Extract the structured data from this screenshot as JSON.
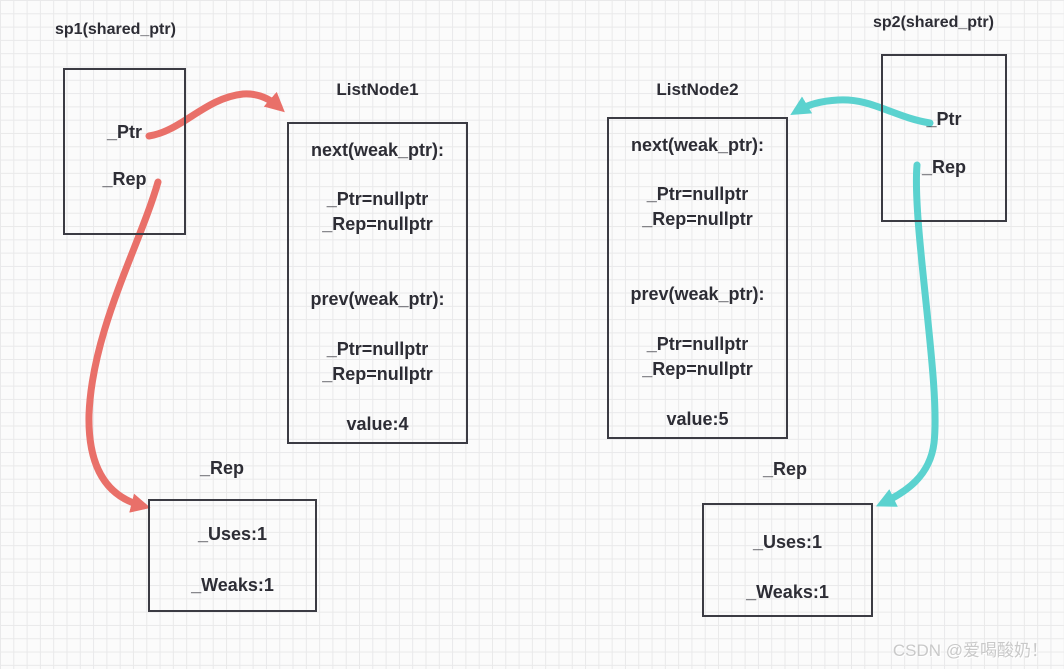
{
  "colors": {
    "arrow_red": "#e97069",
    "arrow_cyan": "#5bd2cf",
    "box_border": "#3b3b43",
    "text": "#2d2d35",
    "grid_line": "#e9e9ea",
    "background": "#fbfbfb",
    "watermark": "#c9c9c9"
  },
  "sp1": {
    "label": "sp1(shared_ptr)",
    "ptr": "_Ptr",
    "rep": "_Rep"
  },
  "sp2": {
    "label": "sp2(shared_ptr)",
    "ptr": "_Ptr",
    "rep": "_Rep"
  },
  "node1": {
    "label": "ListNode1",
    "next_header": "next(weak_ptr):",
    "next_ptr": "_Ptr=nullptr",
    "next_rep": "_Rep=nullptr",
    "prev_header": "prev(weak_ptr):",
    "prev_ptr": "_Ptr=nullptr",
    "prev_rep": "_Rep=nullptr",
    "value": "value:4"
  },
  "node2": {
    "label": "ListNode2",
    "next_header": "next(weak_ptr):",
    "next_ptr": "_Ptr=nullptr",
    "next_rep": "_Rep=nullptr",
    "prev_header": "prev(weak_ptr):",
    "prev_ptr": "_Ptr=nullptr",
    "prev_rep": "_Rep=nullptr",
    "value": "value:5"
  },
  "rep1": {
    "label": "_Rep",
    "uses": "_Uses:1",
    "weaks": "_Weaks:1"
  },
  "rep2": {
    "label": "_Rep",
    "uses": "_Uses:1",
    "weaks": "_Weaks:1"
  },
  "watermark": "CSDN @爱喝酸奶！"
}
